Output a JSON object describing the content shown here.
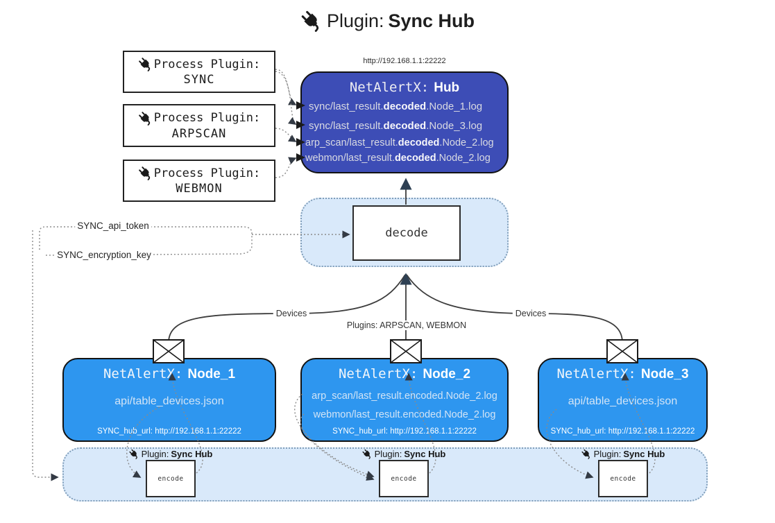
{
  "title": {
    "prefix": "Plugin:",
    "name": "Sync Hub"
  },
  "process_plugins": [
    {
      "label": "Process Plugin:",
      "name": "SYNC"
    },
    {
      "label": "Process Plugin:",
      "name": "ARPSCAN"
    },
    {
      "label": "Process Plugin:",
      "name": "WEBMON"
    }
  ],
  "hub": {
    "url_label": "http://192.168.1.1:22222",
    "title_prefix": "NetAlertX:",
    "title_name": "Hub",
    "lines": [
      {
        "pre": "sync/last_result.",
        "bold": "decoded",
        "post": ".Node_1.log"
      },
      {
        "pre": "sync/last_result.",
        "bold": "decoded",
        "post": ".Node_3.log"
      },
      {
        "pre": "arp_scan/last_result.",
        "bold": "decoded",
        "post": ".Node_2.log"
      },
      {
        "pre": "webmon/last_result.",
        "bold": "decoded",
        "post": ".Node_2.log"
      }
    ]
  },
  "decode": {
    "label": "decode"
  },
  "settings": {
    "api_token": "SYNC_api_token",
    "encryption_key": "SYNC_encryption_key"
  },
  "edges": {
    "devices_left": "Devices",
    "devices_right": "Devices",
    "plugins_mid": "Plugins: ARPSCAN, WEBMON"
  },
  "nodes": [
    {
      "title_prefix": "NetAlertX:",
      "title_name": "Node_1",
      "files": [
        "api/table_devices.json"
      ],
      "footer": "SYNC_hub_url: http://192.168.1.1:22222"
    },
    {
      "title_prefix": "NetAlertX:",
      "title_name": "Node_2",
      "files": [
        "arp_scan/last_result.encoded.Node_2.log",
        "webmon/last_result.encoded.Node_2.log"
      ],
      "footer": "SYNC_hub_url: http://192.168.1.1:22222"
    },
    {
      "title_prefix": "NetAlertX:",
      "title_name": "Node_3",
      "files": [
        "api/table_devices.json"
      ],
      "footer": "SYNC_hub_url: http://192.168.1.1:22222"
    }
  ],
  "encode_band": {
    "plugin_label": "Plugin:",
    "plugin_name": "Sync Hub",
    "encode_label": "encode"
  },
  "colors": {
    "hub_fill": "#3d4db6",
    "node_fill": "#2e96ef",
    "band_fill": "#d9e9fa",
    "band_border": "#7f9db9",
    "arrow_dark": "#2e4053",
    "connector_dotted": "#8a8a8a",
    "connector_solid": "#3d3d3d"
  }
}
